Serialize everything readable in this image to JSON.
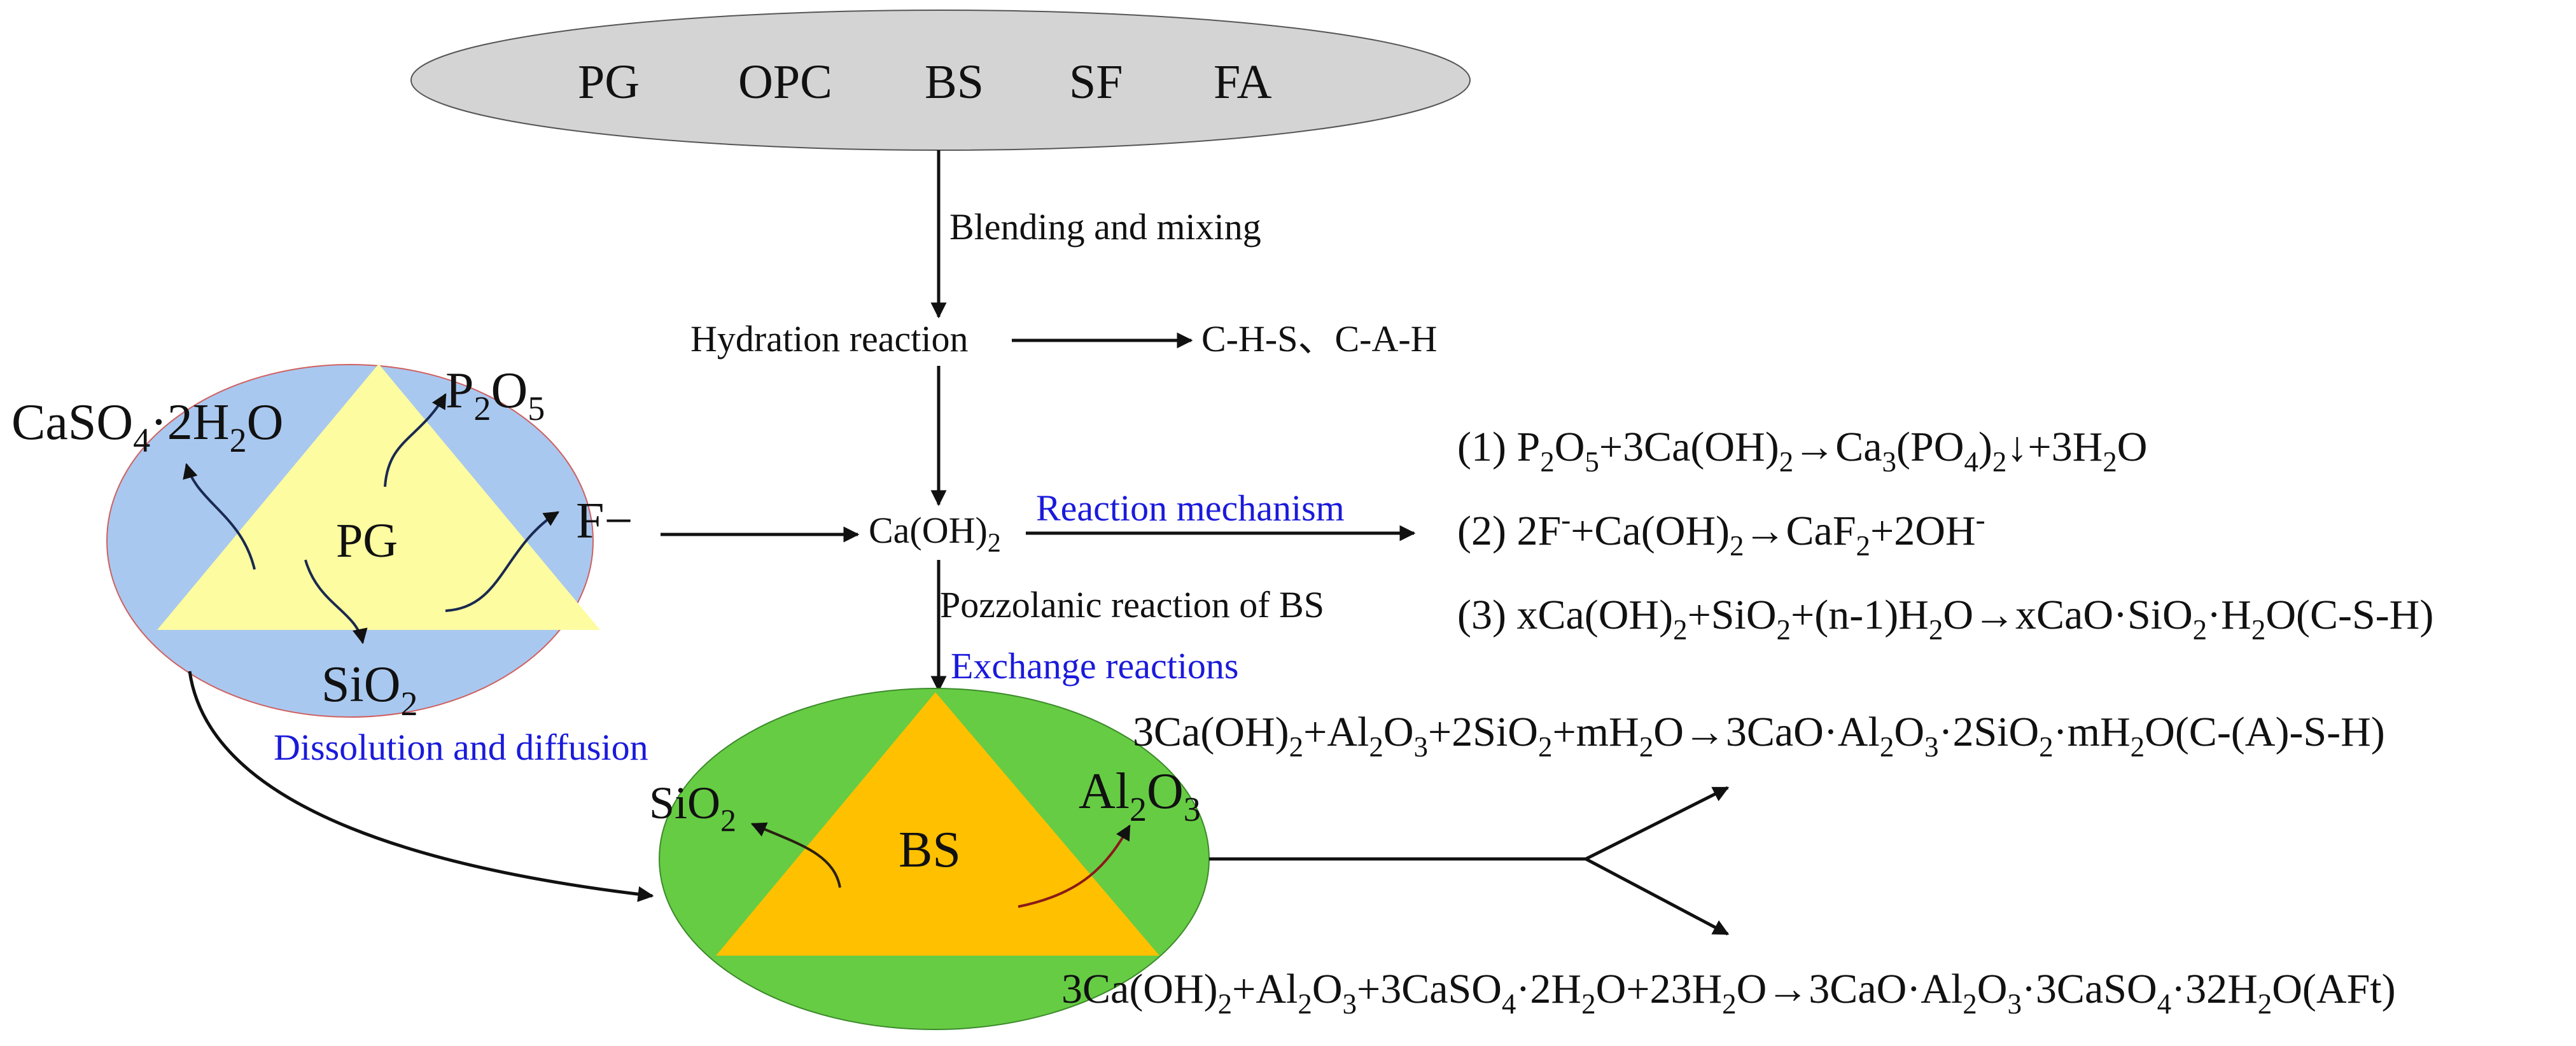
{
  "top_materials": [
    "PG",
    "OPC",
    "BS",
    "SF",
    "FA"
  ],
  "labels": {
    "blending": "Blending and mixing",
    "hydration": "Hydration reaction",
    "hydration_products": "C-H-S、C-A-H",
    "caoh2_base": "Ca(OH)",
    "caoh2_sub": "2",
    "reaction_mechanism": "Reaction mechanism",
    "pozzolanic": "Pozzolanic reaction of BS",
    "exchange": "Exchange reactions",
    "dissolution": "Dissolution and diffusion"
  },
  "pg_particle": {
    "label": "PG",
    "caso4": {
      "a": "CaSO",
      "b": "4",
      "c": "·2H",
      "d": "2",
      "e": "O"
    },
    "p2o5": {
      "a": "P",
      "b": "2",
      "c": "O",
      "d": "5"
    },
    "fion": "F−",
    "sio2": {
      "a": "SiO",
      "b": "2"
    }
  },
  "bs_particle": {
    "label": "BS",
    "sio2": {
      "a": "SiO",
      "b": "2"
    },
    "al2o3": {
      "a": "Al",
      "b": "2",
      "c": "O",
      "d": "3"
    }
  },
  "equations": {
    "eq1": {
      "n": "(1)",
      "p": [
        "P",
        "2",
        "O",
        "5",
        "+3Ca(OH)",
        "2",
        "→Ca",
        "3",
        "(PO",
        "4",
        ")",
        "2",
        "↓+3H",
        "2",
        "O"
      ]
    },
    "eq2": {
      "n": "(2)",
      "p": [
        "2F",
        "-",
        "+Ca(OH)",
        "2",
        "→CaF",
        "2",
        "+2OH",
        "-"
      ]
    },
    "eq3": {
      "n": "(3)",
      "p": [
        "xCa(OH)",
        "2",
        "+SiO",
        "2",
        "+(n-1)H",
        "2",
        "O→xCaO·SiO",
        "2",
        "·H",
        "2",
        "O(C-S-H)"
      ]
    },
    "eq4": {
      "p": [
        "3Ca(OH)",
        "2",
        "+Al",
        "2",
        "O",
        "3",
        "+2SiO",
        "2",
        "+mH",
        "2",
        "O→3CaO·Al",
        "2",
        "O",
        "3",
        "·2SiO",
        "2",
        "·mH",
        "2",
        "O(C-(A)-S-H)"
      ]
    },
    "eq5": {
      "p": [
        "3Ca(OH)",
        "2",
        "+Al",
        "2",
        "O",
        "3",
        "+3CaSO",
        "4",
        "·2H",
        "2",
        "O+23H",
        "2",
        "O→3CaO·Al",
        "2",
        "O",
        "3",
        "·3CaSO",
        "4",
        "·32H",
        "2",
        "O(AFt)"
      ]
    }
  },
  "colors": {
    "top_ellipse": "#d4d4d4",
    "pg_circle": "#a9c8ef",
    "pg_triangle": "#fdfca0",
    "bs_circle": "#66cc44",
    "bs_triangle": "#ffc000",
    "blue_text": "#1a1adb"
  }
}
